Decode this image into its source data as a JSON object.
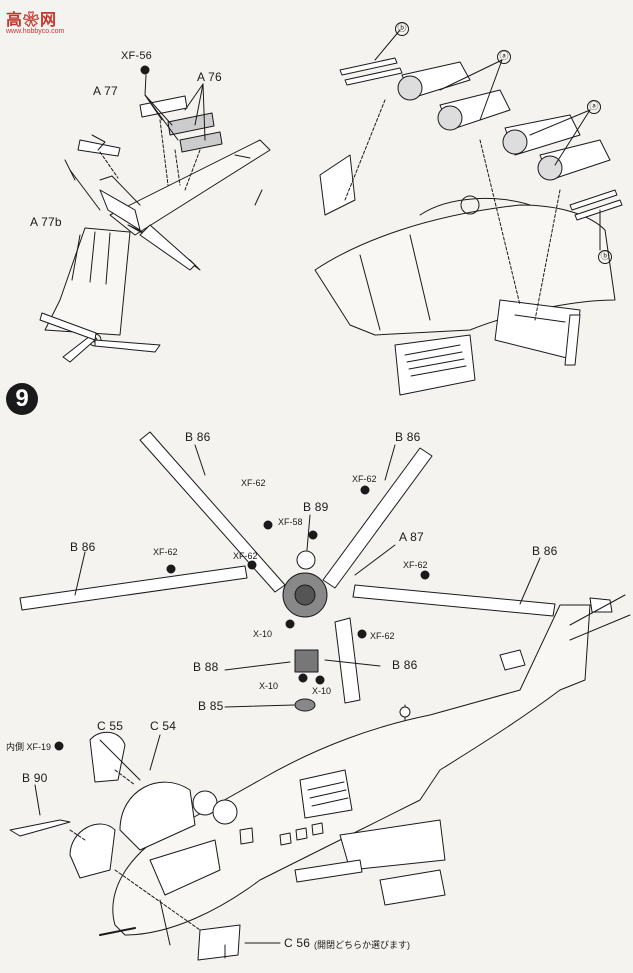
{
  "watermark": {
    "mark": "高❀网",
    "url": "www.hobbyco.com"
  },
  "step": {
    "number": "9"
  },
  "upper_left": {
    "parts": {
      "a77": "A 77",
      "a77b": "A 77b",
      "a76": "A 76",
      "xf56": "XF-56"
    }
  },
  "upper_right": {
    "markers": {
      "a1": "ⓐ",
      "a2": "ⓐ",
      "b1": "ⓑ",
      "b2": "ⓑ"
    }
  },
  "rotor": {
    "blades": {
      "b86_tl": "B 86",
      "b86_tr": "B 86",
      "b86_l": "B 86",
      "b86_r": "B 86",
      "b86_m": "B 86"
    },
    "paints": {
      "xf62_1": "XF-62",
      "xf62_2": "XF-62",
      "xf62_3": "XF-62",
      "xf62_4": "XF-62",
      "xf62_5": "XF-62",
      "xf62_6": "XF-62",
      "xf58": "XF-58",
      "x10_1": "X-10",
      "x10_2": "X-10",
      "x10_3": "X-10"
    },
    "parts": {
      "b89": "B 89",
      "a87": "A 87",
      "b88": "B 88",
      "b85": "B 85"
    }
  },
  "fuselage": {
    "parts": {
      "c55": "C 55",
      "c54": "C 54",
      "inner_paint": "内側 XF-19",
      "b90": "B 90",
      "c56": "C 56",
      "c56_note": "(開閉どちらか選びます)"
    }
  },
  "colors": {
    "line": "#1a1a1a",
    "paper": "#f4f3ef",
    "watermark": "#c2362e"
  }
}
